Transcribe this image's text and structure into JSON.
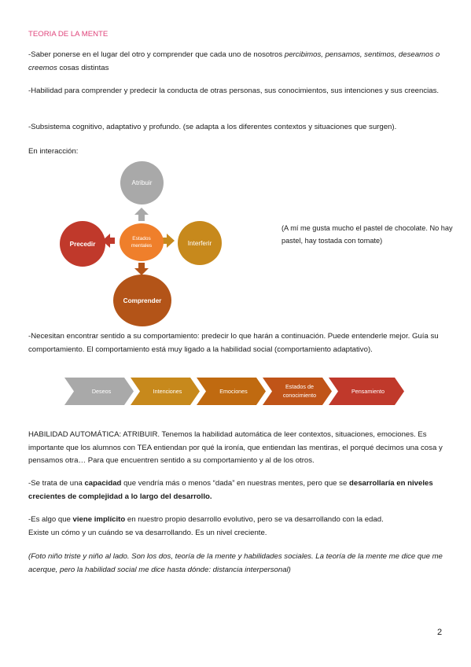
{
  "title": "TEORIA DE LA MENTE",
  "p1": {
    "a": "-Saber ponerse en el lugar del otro y comprender que cada uno de nosotros ",
    "b": "percibimos, pensamos, sentimos, deseamos o creemos",
    "c": " cosas distintas"
  },
  "p2": "-Habilidad para comprender y predecir la conducta de otras personas, sus conocimientos, sus intenciones y sus creencias.",
  "p3": "-Subsistema cognitivo, adaptativo y profundo. (se adapta a los diferentes contextos y situaciones que surgen).",
  "p4": "En interacción:",
  "diagram": {
    "center": "Estados mentales",
    "top": "Atribuir",
    "left": "Precedir",
    "right": "Interferir",
    "bottom": "Comprender",
    "colors": {
      "center": "#ef7f2b",
      "top": "#a9a9a9",
      "left": "#c0392b",
      "right": "#c7891c",
      "bottom": "#b35418",
      "arrow_up": "#a9a9a9",
      "arrow_left": "#c0392b",
      "arrow_right": "#c7891c",
      "arrow_down": "#b35418"
    }
  },
  "side_note": "(A mí me gusta mucho el pastel de chocolate. No hay pastel, hay tostada con tomate)",
  "p5": "-Necesitan encontrar sentido a su comportamiento: predecir lo que harán a continuación. Puede entenderle mejor. Guía su comportamiento. El comportamiento está muy ligado a la habilidad social (comportamiento adaptativo).",
  "process": {
    "steps": [
      {
        "label": "Deseos",
        "color": "#a9a9a9"
      },
      {
        "label": "Intenciones",
        "color": "#c7891c"
      },
      {
        "label": "Emociones",
        "color": "#c06a10"
      },
      {
        "label": "Estados de conocimiento",
        "color": "#c05418"
      },
      {
        "label": "Pensamiento",
        "color": "#c0392b"
      }
    ]
  },
  "p6": "HABILIDAD AUTOMÁTICA: ATRIBUIR. Tenemos la habilidad automática de leer contextos, situaciones, emociones. Es importante que los alumnos con TEA entiendan por qué la ironía, que entiendan las mentiras, el porqué decimos una cosa y pensamos otra… Para que encuentren sentido a su comportamiento y al de los otros.",
  "p7": {
    "a": "-Se trata de una ",
    "b": "capacidad",
    "c": " que vendría más o menos “dada” en nuestras mentes, pero que se ",
    "d": "desarrollaría en niveles crecientes de complejidad a lo largo del desarrollo."
  },
  "p8": {
    "a": "-Es algo que ",
    "b": "viene implícito",
    "c": " en nuestro propio desarrollo evolutivo, pero se va desarrollando con la edad.",
    "d": "Existe un cómo y un cuándo se va desarrollando. Es un nivel creciente."
  },
  "p9": "(Foto niño triste y niño al lado. Son los dos, teoría de la mente y habilidades sociales. La teoría de la mente me dice que me acerque, pero la habilidad social me dice hasta dónde: distancia interpersonal)",
  "page_number": "2"
}
